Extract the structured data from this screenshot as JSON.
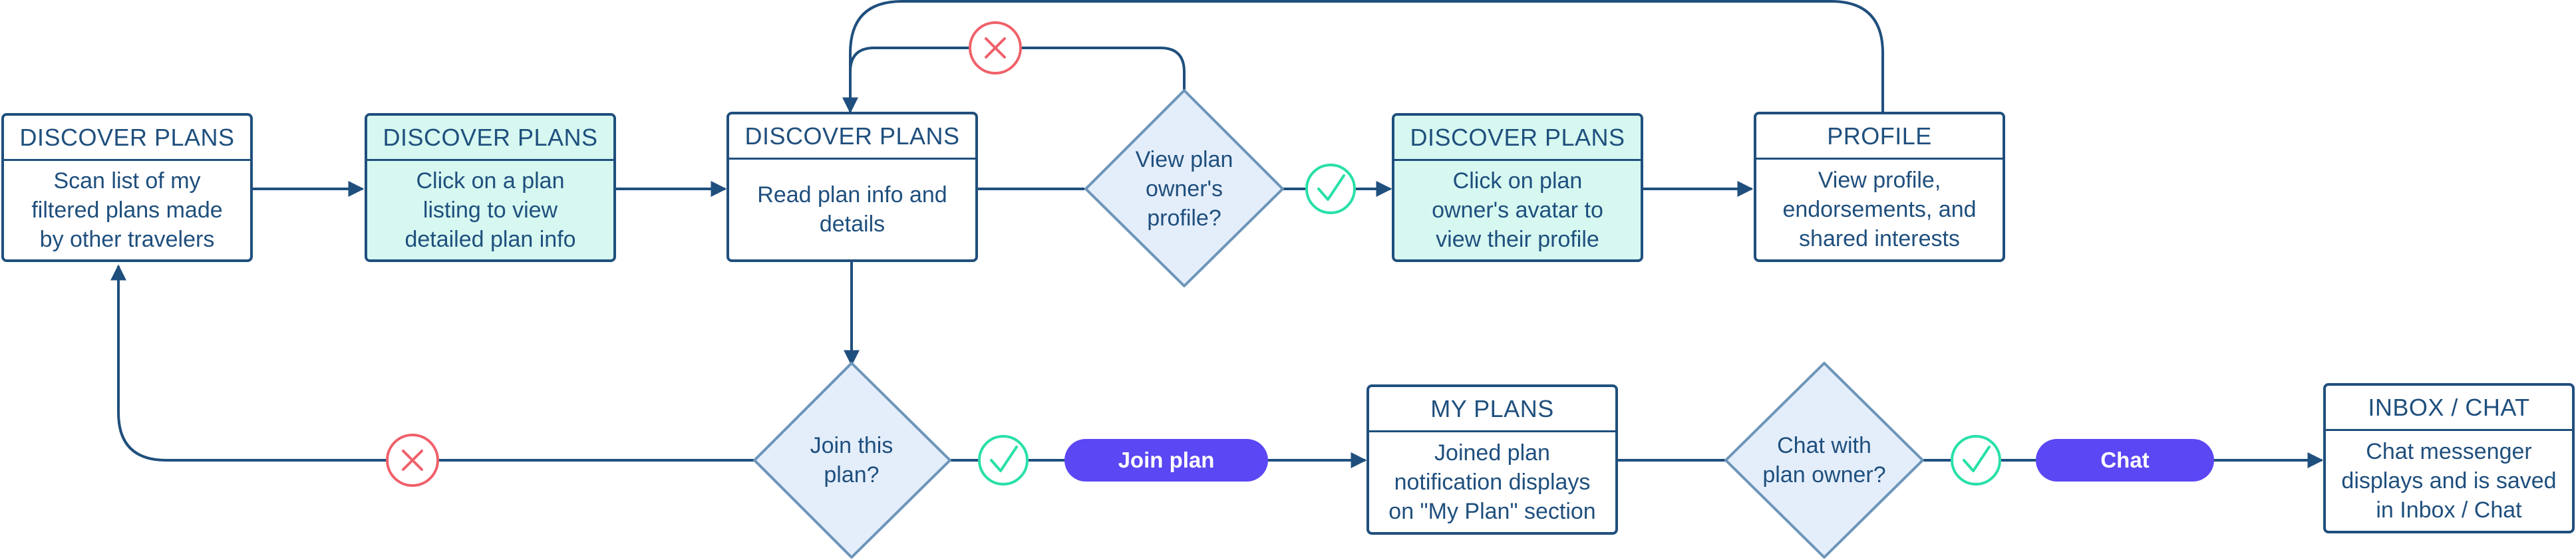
{
  "nodes": {
    "scan_list": {
      "header": "DISCOVER PLANS",
      "body": "Scan list of my\nfiltered plans made\nby other travelers"
    },
    "click_listing": {
      "header": "DISCOVER PLANS",
      "body": "Click on a plan\nlisting to view\ndetailed plan info"
    },
    "read_info": {
      "header": "DISCOVER PLANS",
      "body": "Read plan info and\ndetails"
    },
    "click_avatar": {
      "header": "DISCOVER PLANS",
      "body": "Click on plan\nowner's avatar to\nview their profile"
    },
    "profile": {
      "header": "PROFILE",
      "body": "View profile,\nendorsements, and\nshared interests"
    },
    "my_plans": {
      "header": "MY PLANS",
      "body": "Joined plan\nnotification displays\non \"My Plan\" section"
    },
    "inbox": {
      "header": "INBOX / CHAT",
      "body": "Chat messenger\ndisplays and is saved\nin Inbox / Chat"
    }
  },
  "decisions": {
    "view_owner": "View plan\nowner's\nprofile?",
    "join_plan": "Join this\nplan?",
    "chat_owner": "Chat with\nplan owner?"
  },
  "actions": {
    "join": "Join plan",
    "chat": "Chat"
  },
  "colors": {
    "line": "#1f4f7d",
    "tinted_fill": "#d6f8f1",
    "decision_fill": "#e4eefb",
    "yes_color": "#28e0a8",
    "no_color": "#f0606a",
    "action_fill": "#5b47f3"
  },
  "icons": [
    "check-icon",
    "cross-icon",
    "arrowhead-icon"
  ]
}
